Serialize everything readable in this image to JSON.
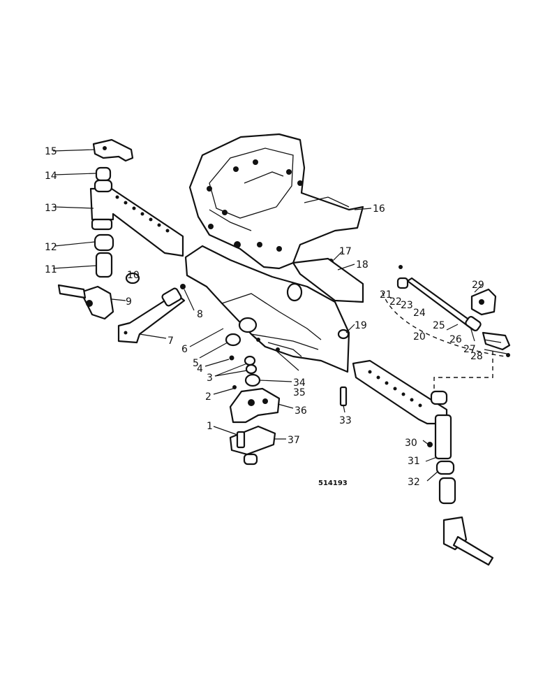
{
  "diagram": {
    "reference_code": "514193",
    "callouts": [
      "1",
      "2",
      "3",
      "4",
      "5",
      "6",
      "7",
      "8",
      "9",
      "10",
      "11",
      "12",
      "13",
      "14",
      "15",
      "16",
      "17",
      "18",
      "19",
      "20",
      "21",
      "22",
      "23",
      "24",
      "25",
      "26",
      "27",
      "28",
      "29",
      "30",
      "31",
      "32",
      "33",
      "34",
      "35",
      "36",
      "37"
    ]
  }
}
